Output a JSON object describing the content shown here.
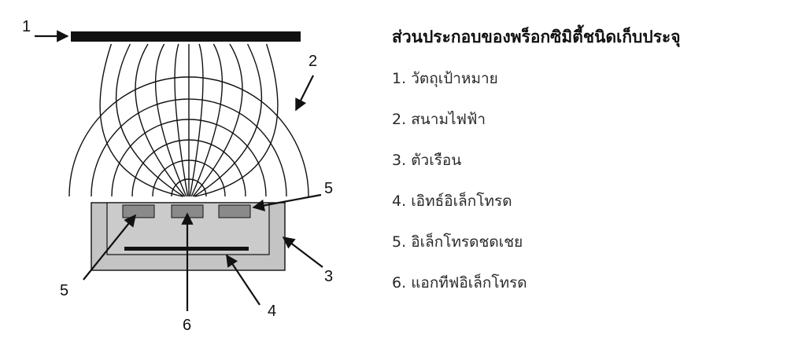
{
  "legend": {
    "title": "ส่วนประกอบของพร็อกซิมิตี้ชนิดเก็บประจุ",
    "items": [
      {
        "number": "1",
        "text": "วัตถุเป้าหมาย"
      },
      {
        "number": "2",
        "text": "สนามไฟฟ้า"
      },
      {
        "number": "3",
        "text": "ตัวเรือน"
      },
      {
        "number": "4",
        "text": "เอิทธ์อิเล็กโทรด"
      },
      {
        "number": "5",
        "text": "อิเล็กโทรดชดเชย"
      },
      {
        "number": "6",
        "text": "แอกทีฟอิเล็กโทรด"
      }
    ]
  },
  "callouts": {
    "target": "1",
    "field": "2",
    "housing": "3",
    "earth_electrode": "4",
    "compensation_left": "5",
    "compensation_right": "5",
    "active_electrode": "6"
  },
  "colors": {
    "housing_fill": "#c4c4c4",
    "electrode_fill": "#8a8a8a",
    "line": "#111111"
  }
}
